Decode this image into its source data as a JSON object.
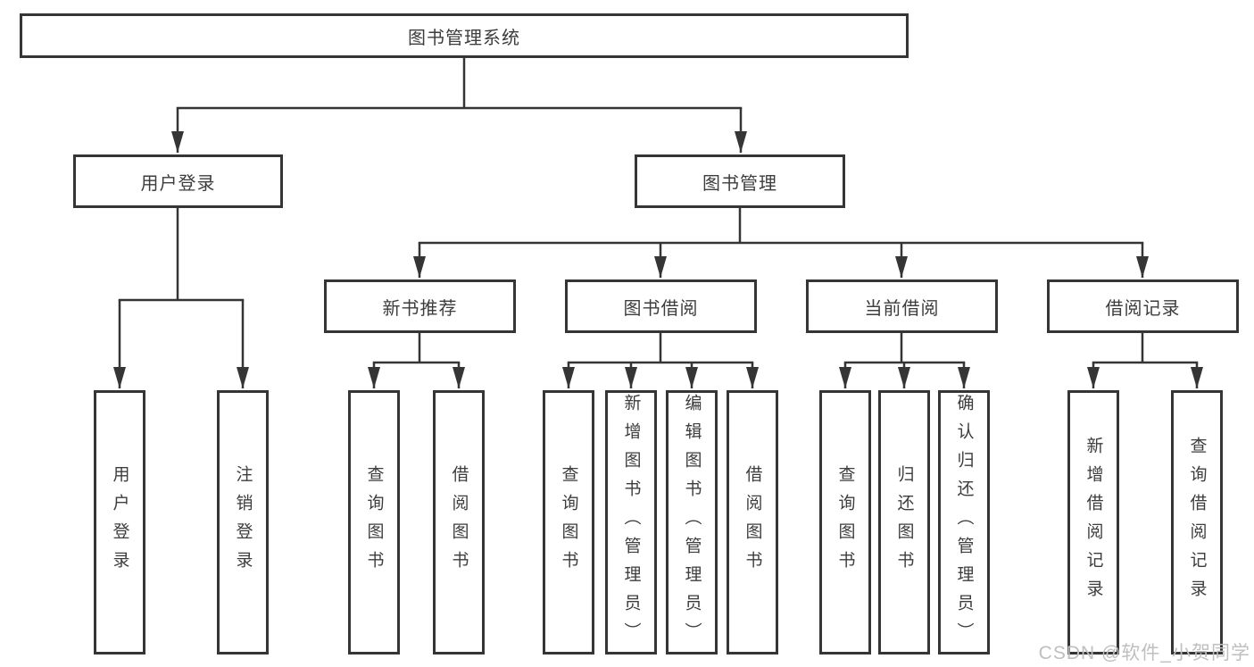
{
  "title": "图书管理系统",
  "watermark": "CSDN @软件_小贺同学",
  "colors": {
    "line": "#353535",
    "box_border": "#353535",
    "text": "#3d3d3d",
    "background": "#ffffff",
    "watermark": "#bfbfbf"
  },
  "tree": {
    "root": {
      "label": "图书管理系统"
    },
    "branches": [
      {
        "label": "用户登录",
        "children": [
          {
            "label": "用户登录"
          },
          {
            "label": "注销登录"
          }
        ]
      },
      {
        "label": "图书管理",
        "children": [
          {
            "label": "新书推荐",
            "children": [
              {
                "label": "查询图书"
              },
              {
                "label": "借阅图书"
              }
            ]
          },
          {
            "label": "图书借阅",
            "children": [
              {
                "label": "查询图书"
              },
              {
                "label": "新增图书（管理员）"
              },
              {
                "label": "编辑图书（管理员）"
              },
              {
                "label": "借阅图书"
              }
            ]
          },
          {
            "label": "当前借阅",
            "children": [
              {
                "label": "查询图书"
              },
              {
                "label": "归还图书"
              },
              {
                "label": "确认归还（管理员）"
              }
            ]
          },
          {
            "label": "借阅记录",
            "children": [
              {
                "label": "新增借阅记录"
              },
              {
                "label": "查询借阅记录"
              }
            ]
          }
        ]
      }
    ]
  }
}
